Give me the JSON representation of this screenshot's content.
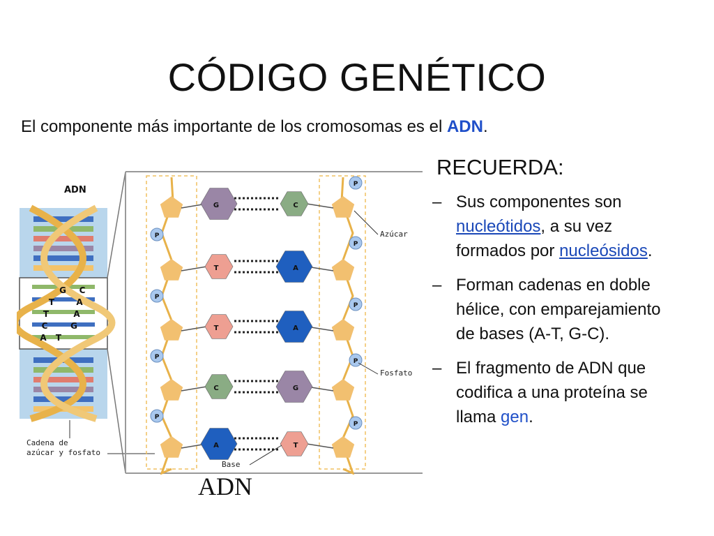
{
  "slide": {
    "title": "CÓDIGO GENÉTICO",
    "subtitle_prefix": "El componente más importante de los cromosomas es el ",
    "subtitle_keyword": "ADN",
    "subtitle_suffix": "."
  },
  "recuerda": {
    "heading": "RECUERDA:",
    "bullets": [
      {
        "dash": "–",
        "p1": "Sus componentes son ",
        "link1": "nucleótidos",
        "p2": ", a su vez formados por ",
        "link2": "nucleósidos",
        "p3": "."
      },
      {
        "dash": "–",
        "text": "Forman cadenas en doble hélice, con emparejamiento de bases (A-T, G-C)."
      },
      {
        "dash": "–",
        "p1": "El fragmento de ADN que codifica a una proteína se llama ",
        "kw": "gen",
        "p2": "."
      }
    ]
  },
  "diagram": {
    "helix_title": "ADN",
    "caption": "ADN",
    "label_azucar": "Azúcar",
    "label_fosfato": "Fosfato",
    "label_base": "Base",
    "label_cadena_1": "Cadena de",
    "label_cadena_2": "azúcar y fosfato",
    "phosphate_letter": "P",
    "helix_letters": [
      {
        "t": "G",
        "c": "#111"
      },
      {
        "t": "C",
        "c": "#111"
      },
      {
        "t": "T",
        "c": "#111"
      },
      {
        "t": "A",
        "c": "#111"
      },
      {
        "t": "T",
        "c": "#111"
      },
      {
        "t": "A",
        "c": "#111"
      },
      {
        "t": "C",
        "c": "#111"
      },
      {
        "t": "G",
        "c": "#111"
      },
      {
        "t": "A",
        "c": "#111"
      },
      {
        "t": "T",
        "c": "#111"
      }
    ],
    "base_pairs": [
      {
        "left": "G",
        "right": "C"
      },
      {
        "left": "T",
        "right": "A"
      },
      {
        "left": "T",
        "right": "A"
      },
      {
        "left": "C",
        "right": "G"
      },
      {
        "left": "A",
        "right": "T"
      }
    ],
    "colors": {
      "sugar": "#f2c070",
      "phosphate": "#a9c8ee",
      "backbone": "#e8b24a",
      "G": "#9a86a6",
      "C": "#8aac84",
      "T": "#ee9f92",
      "A": "#1f5fbf",
      "helix_bg": "#b9d6ec"
    }
  }
}
